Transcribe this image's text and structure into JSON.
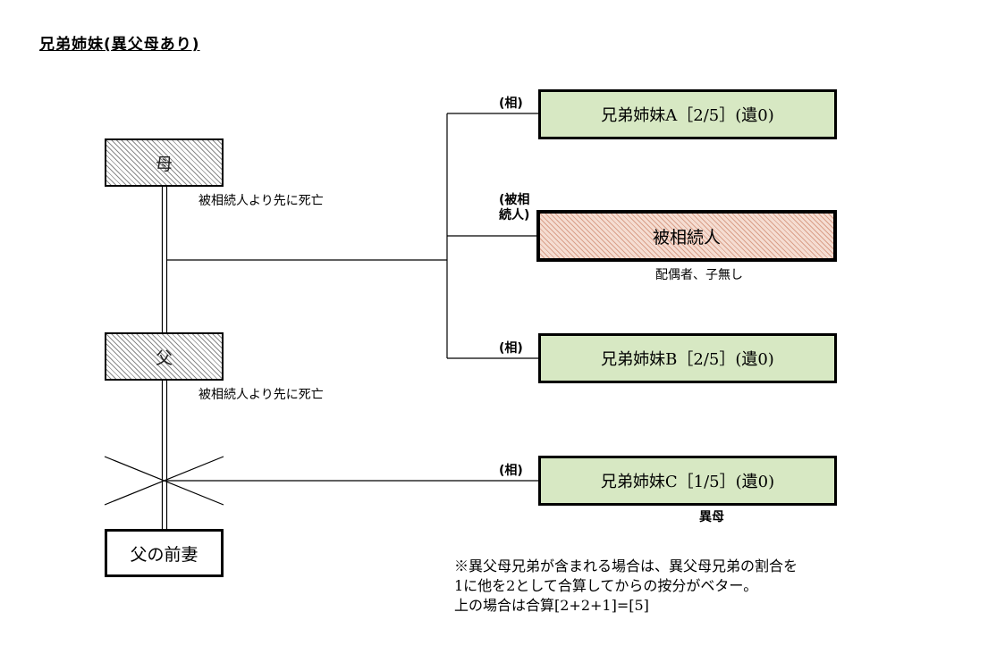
{
  "title": "兄弟姉妹(異父母あり)",
  "nodes": {
    "mother": {
      "label": "母",
      "note": "被相続人より先に死亡"
    },
    "father": {
      "label": "父",
      "note": "被相続人より先に死亡"
    },
    "father_ex_wife": {
      "label": "父の前妻"
    },
    "sibling_a": {
      "mark": "(相)",
      "label": "兄弟姉妹A［2/5］(遺0)"
    },
    "decedent": {
      "mark_line1": "(被相",
      "mark_line2": "続人)",
      "label": "被相続人",
      "note": "配偶者、子無し"
    },
    "sibling_b": {
      "mark": "(相)",
      "label": "兄弟姉妹B［2/5］(遺0)"
    },
    "sibling_c": {
      "mark": "(相)",
      "label": "兄弟姉妹C［1/5］(遺0)",
      "note": "異母"
    }
  },
  "footnote": {
    "line1": "※異父母兄弟が含まれる場合は、異父母兄弟の割合を",
    "line2": "1に他を2として合算してからの按分がベター。",
    "line3": "上の場合は合算[2+2+1]=[5]"
  },
  "colors": {
    "heir_fill": "#d7e8c3",
    "decedent_fill": "#f5ddd2",
    "deceased_hatch": "#8a8a8a"
  }
}
